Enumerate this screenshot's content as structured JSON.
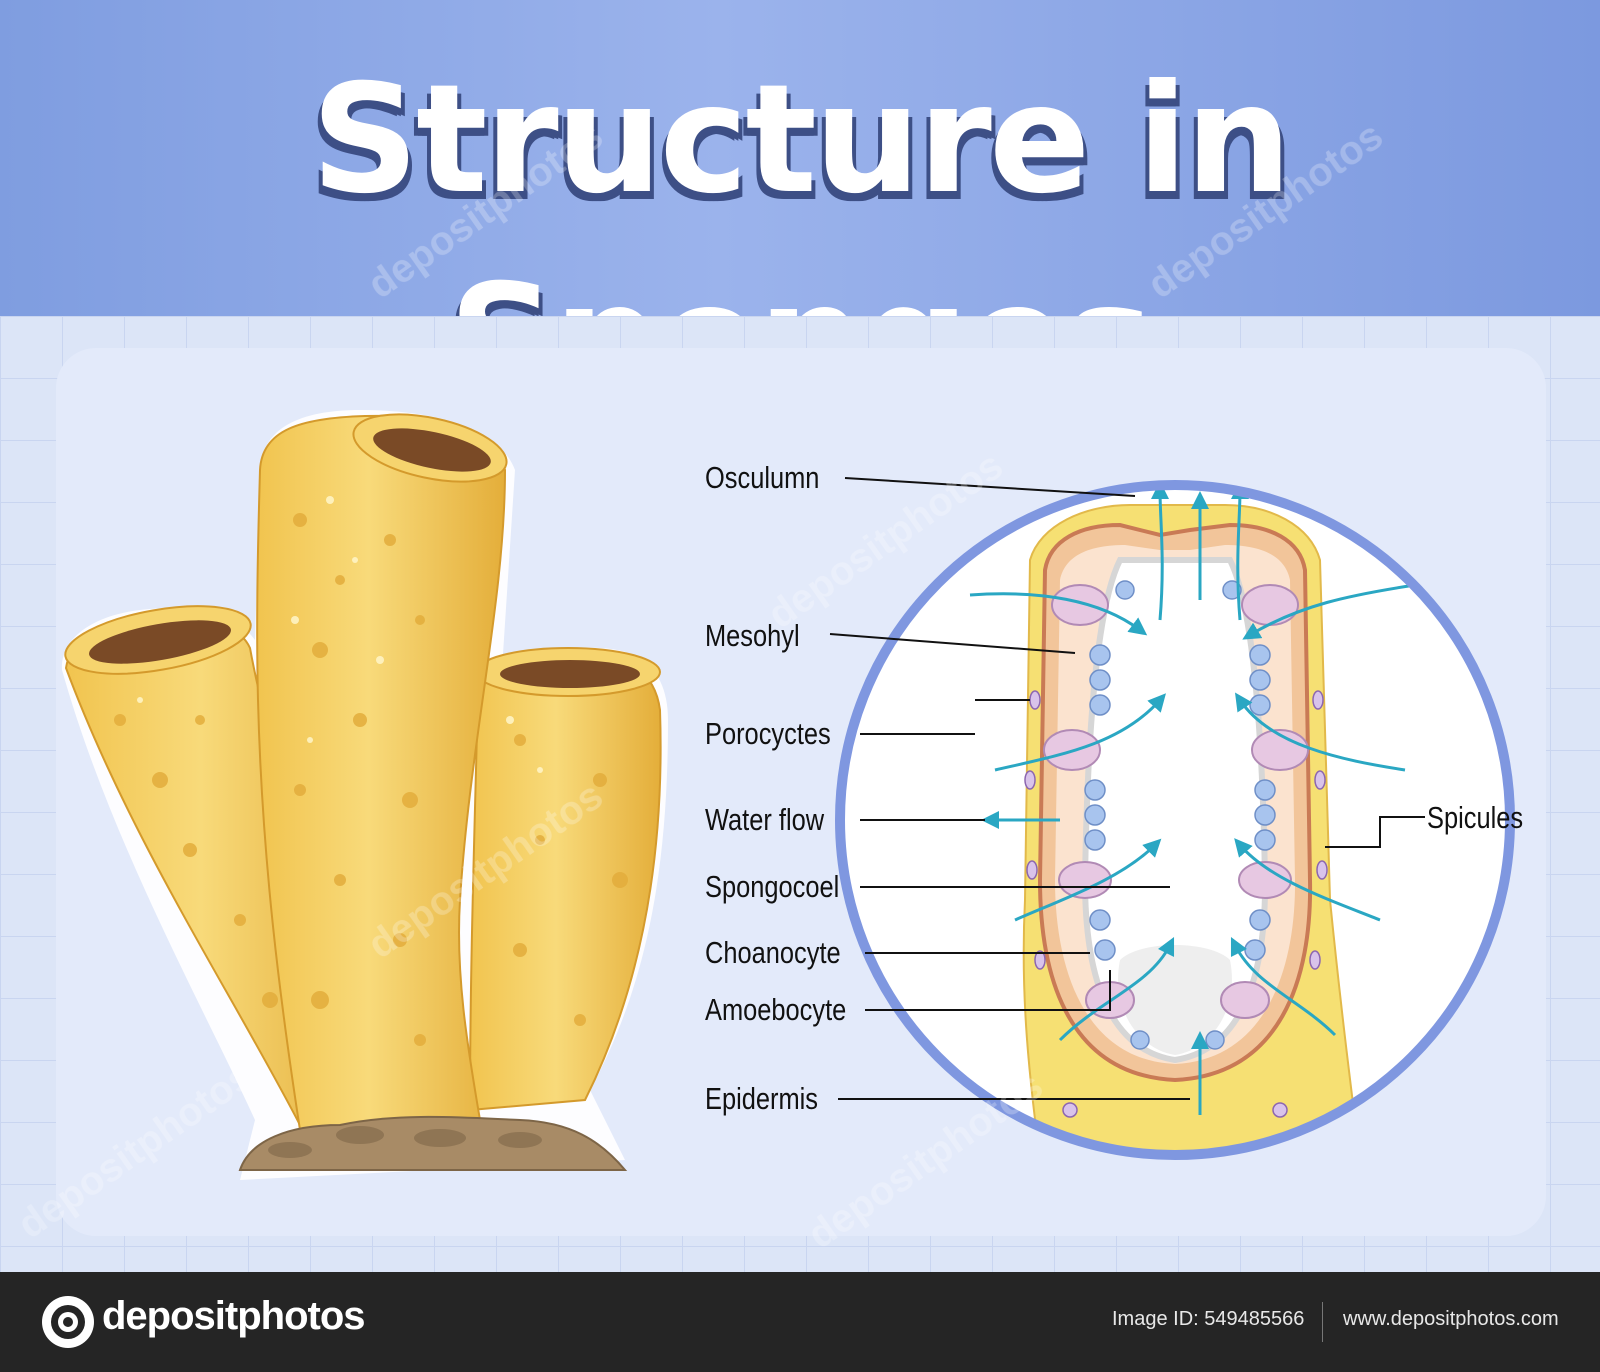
{
  "title": "Structure in Sponges",
  "labels": {
    "osculumn": "Osculumn",
    "mesohyl": "Mesohyl",
    "porocyctes": "Porocyctes",
    "water_flow": "Water flow",
    "spongocoel": "Spongocoel",
    "choanocyte": "Choanocyte",
    "amoebocyte": "Amoebocyte",
    "epidermis": "Epidermis",
    "spicules": "Spicules"
  },
  "footer": {
    "brand": "depositphotos",
    "image_id": "Image ID: 549485566",
    "website": "www.depositphotos.com"
  },
  "watermark": "depositphotos",
  "colors": {
    "header_bg": "#8ea8e6",
    "title_text": "#ffffff",
    "title_shadow": "#3d4f86",
    "sponge_yellow": "#f5d26a",
    "circle_border": "#7f97e0",
    "water_flow_arrow": "#2aa7c3",
    "footer_bg": "#252525"
  }
}
